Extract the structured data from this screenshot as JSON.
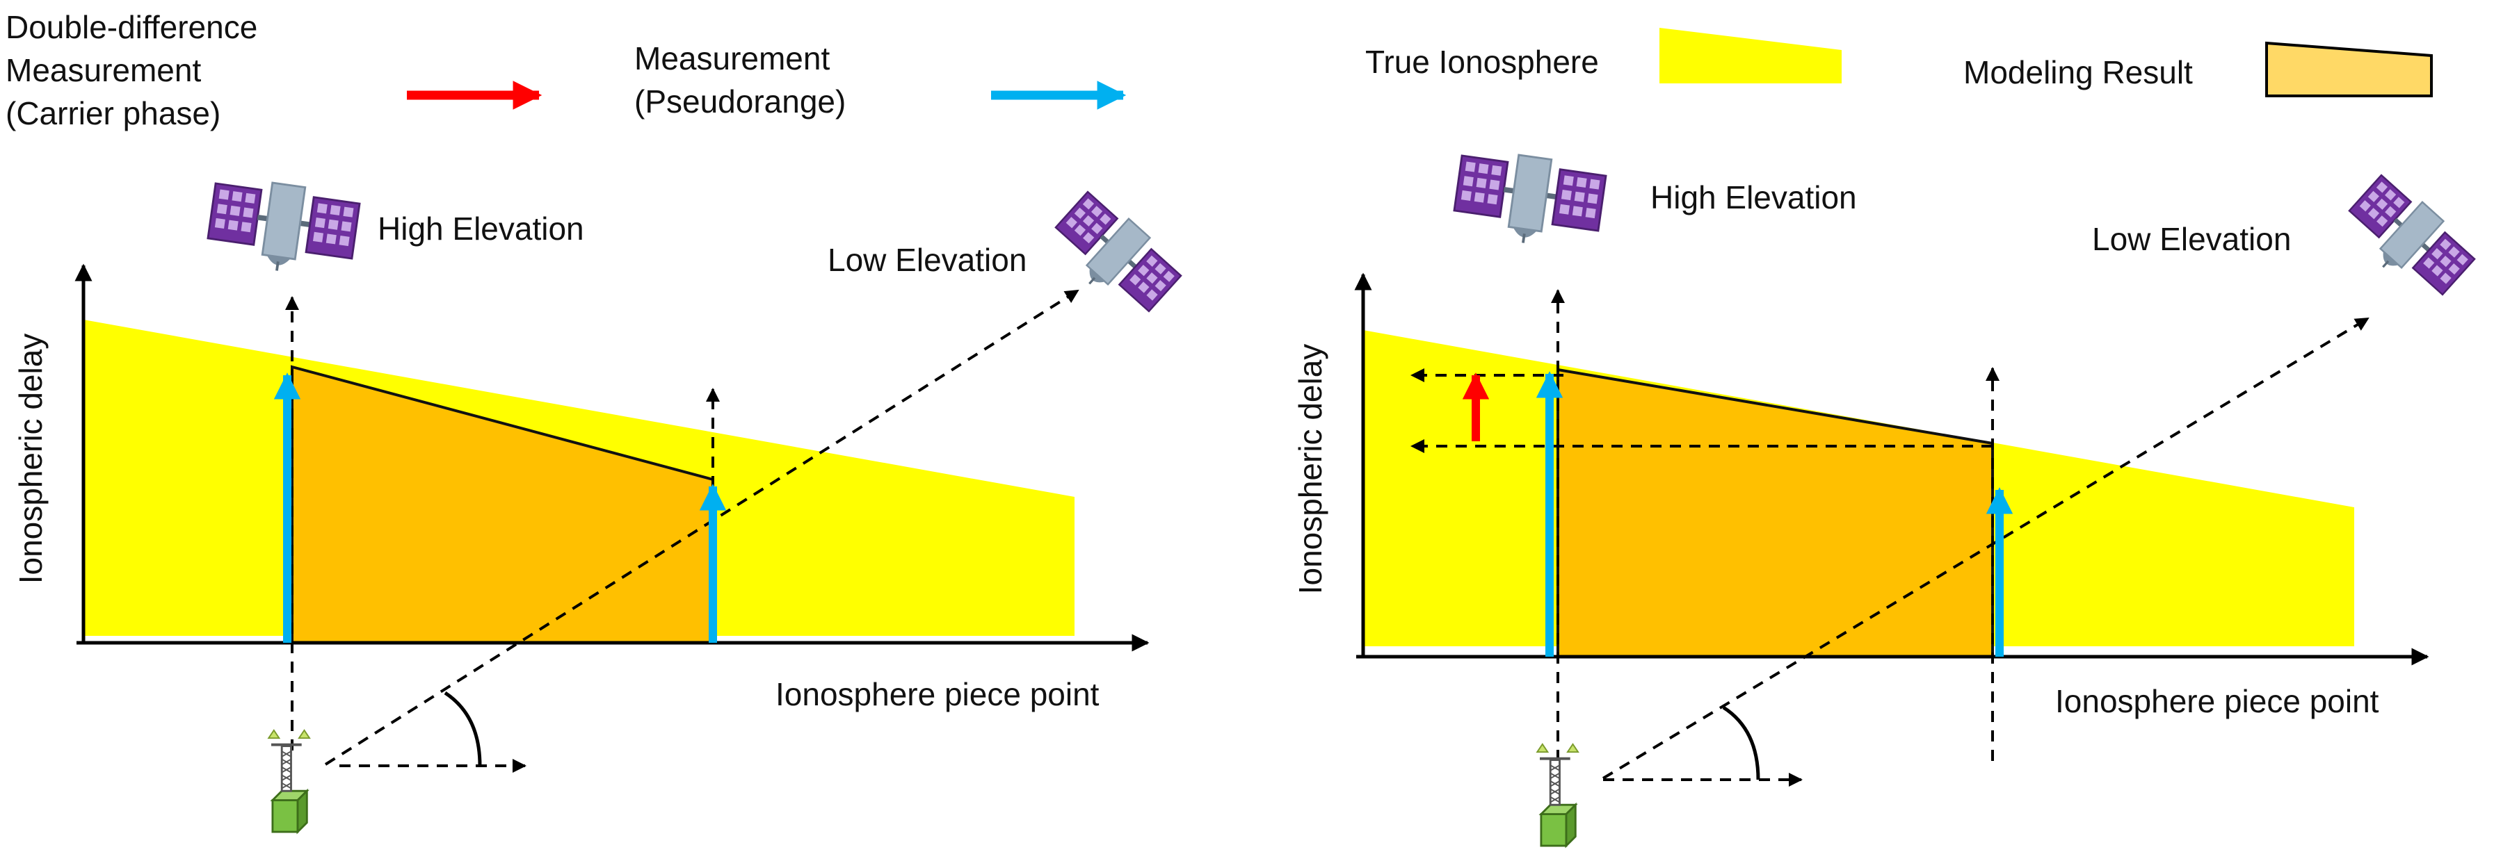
{
  "legend": {
    "double_difference_line1": "Double-difference",
    "double_difference_line2": "Measurement",
    "double_difference_line3": "(Carrier phase)",
    "measurement_line1": "Measurement",
    "measurement_line2": "(Pseudorange)",
    "true_ionosphere": "True Ionosphere",
    "modeling_result": "Modeling Result"
  },
  "left_panel": {
    "y_axis_label": "Ionospheric delay",
    "x_axis_label": "Ionosphere piece point",
    "high_elevation": "High Elevation",
    "low_elevation": "Low Elevation"
  },
  "right_panel": {
    "y_axis_label": "Ionospheric delay",
    "x_axis_label": "Ionosphere piece point",
    "high_elevation": "High Elevation",
    "low_elevation": "Low Elevation"
  },
  "colors": {
    "true_ionosphere": "#FFFF00",
    "modeling_result": "#FFD966",
    "model_fill": "#FFC000",
    "carrier_phase_arrow": "#FF0000",
    "pseudorange_arrow": "#00B0F0",
    "satellite_panel": "#7030A0",
    "satellite_body": "#A6B8C8",
    "receiver": "#7AC143"
  },
  "icons": {
    "satellite": "satellite-icon",
    "receiver": "gnss-receiver-icon"
  }
}
